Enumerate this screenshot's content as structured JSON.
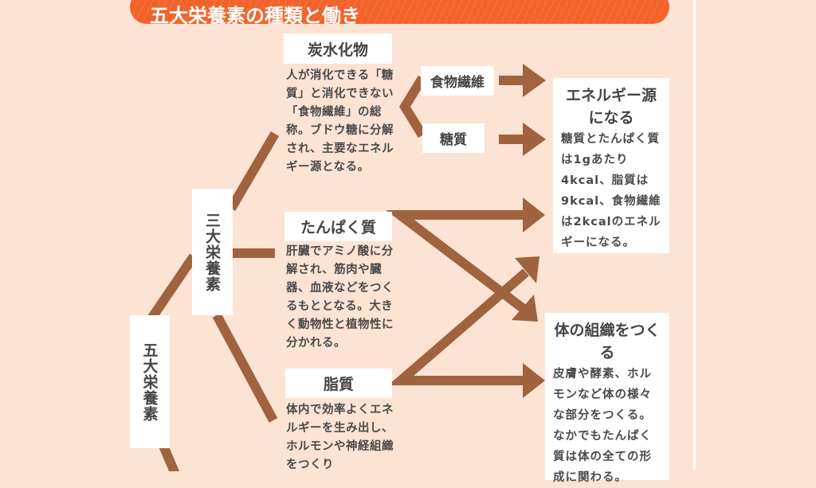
{
  "title": "五大栄養素の種類と働き",
  "colors": {
    "banner": "#f2622a",
    "arrow": "#a0633f",
    "background": "#fde3d3"
  },
  "nodes": {
    "five": "五大栄養素",
    "three": "三大栄養素",
    "carb": {
      "label": "炭水化物",
      "desc": "人が消化できる「糖質」と消化できない「食物繊維」の総称。ブドウ糖に分解され、主要なエネルギー源となる。"
    },
    "fiber": "食物繊維",
    "sugar": "糖質",
    "protein": {
      "label": "たんぱく質",
      "desc": "肝臓でアミノ酸に分解され、筋肉や臓器、血液などをつくるもととなる。大きく動物性と植物性に分かれる。"
    },
    "fat": {
      "label": "脂質",
      "desc": "体内で効率よくエネルギーを生み出し、ホルモンや神経組織をつくり"
    }
  },
  "results": {
    "energy": {
      "title": "エネルギー源になる",
      "desc": "糖質とたんぱく質は1gあたり4kcal、脂質は9kcal、食物繊維は2kcalのエネルギーになる。"
    },
    "tissue": {
      "title": "体の組織をつくる",
      "desc": "皮膚や酵素、ホルモンなど体の様々な部分をつくる。なかでもたんぱく質は体の全ての形成に関わる。"
    }
  }
}
